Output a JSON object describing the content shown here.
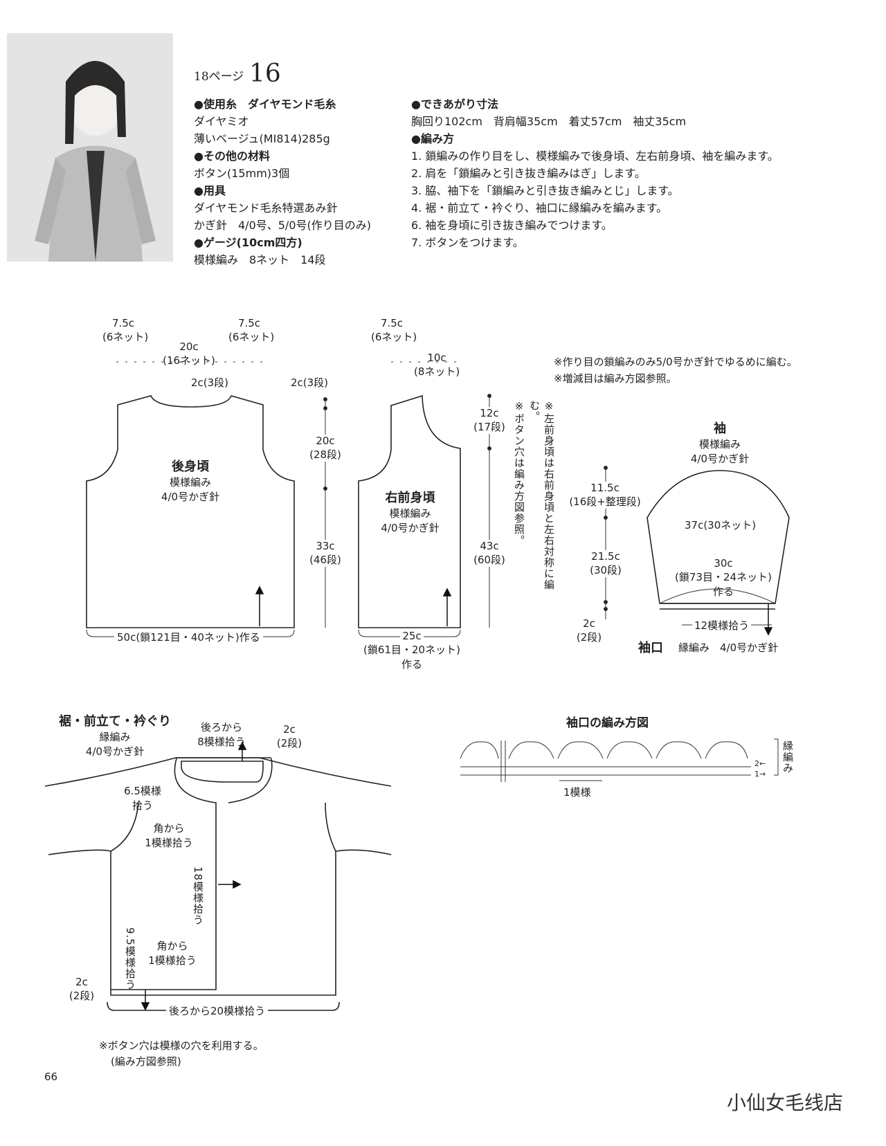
{
  "header": {
    "page_ref": "18ページ",
    "pattern_no": "16"
  },
  "materials": {
    "yarn_heading": "●使用糸　ダイヤモンド毛糸",
    "yarn_name": "ダイヤミオ",
    "yarn_color": "薄いベージュ(MI814)285g",
    "other_heading": "●その他の材料",
    "other_value": "ボタン(15mm)3個",
    "tools_heading": "●用具",
    "tools_value1": "ダイヤモンド毛糸特選あみ針",
    "tools_value2": "かぎ針　4/0号、5/0号(作り目のみ)",
    "gauge_heading": "●ゲージ(10cm四方)",
    "gauge_value": "模様編み　8ネット　14段"
  },
  "finished": {
    "heading": "●できあがり寸法",
    "value": "胸回り102cm　背肩幅35cm　着丈57cm　袖丈35cm"
  },
  "method": {
    "heading": "●編み方",
    "steps": [
      "1. 鎖編みの作り目をし、模様編みで後身頃、左右前身頃、袖を編みます。",
      "2. 肩を「鎖編みと引き抜き編みはぎ」します。",
      "3. 脇、袖下を「鎖編みと引き抜き編みとじ」します。",
      "4. 裾・前立て・衿ぐり、袖口に縁編みを編みます。",
      "6. 袖を身頃に引き抜き編みでつけます。",
      "7. ボタンをつけます。"
    ]
  },
  "back": {
    "title": "後身頃",
    "stitch": "模様編み",
    "hook": "4/0号かぎ針",
    "shoulder_l1": "7.5c",
    "shoulder_l2": "(6ネット)",
    "shoulder_r1": "7.5c",
    "shoulder_r2": "(6ネット)",
    "neck1": "20c",
    "neck2": "(16ネット)",
    "neck_depth": "2c(3段)",
    "bottom": "50c(鎖121目・40ネット)作る"
  },
  "side": {
    "top": "2c(3段)",
    "arm1": "20c",
    "arm2": "(28段)",
    "body1": "33c",
    "body2": "(46段)"
  },
  "front": {
    "title": "右前身頃",
    "stitch": "模様編み",
    "hook": "4/0号かぎ針",
    "shoulder1": "7.5c",
    "shoulder2": "(6ネット)",
    "neck1": "10c",
    "neck2": "(8ネット)",
    "depth1": "12c",
    "depth2": "(17段)",
    "total1": "43c",
    "total2": "(60段)",
    "bottom1": "25c",
    "bottom2": "(鎖61目・20ネット)",
    "bottom3": "作る"
  },
  "notes": {
    "vertical1": "※左前身頃は右前身頃と左右対称に編む。",
    "vertical2": "※ボタン穴は編み方図参照。",
    "n1": "※作り目の鎖編みのみ5/0号かぎ針でゆるめに編む。",
    "n2": "※増減目は編み方図参照。"
  },
  "sleeve": {
    "title": "袖",
    "stitch": "模様編み",
    "hook": "4/0号かぎ針",
    "cap1": "11.5c",
    "cap2": "(16段+整理段)",
    "width": "37c(30ネット)",
    "len1": "21.5c",
    "len2": "(30段)",
    "cuff1": "30c",
    "cuff2": "(鎖73目・24ネット)",
    "cuff3": "作る",
    "edge1": "2c",
    "edge2": "(2段)",
    "pick": "12模様拾う",
    "cuff_label": "袖口",
    "cuff_stitch": "縁編み　4/0号かぎ針"
  },
  "edging": {
    "title": "裾・前立て・衿ぐり",
    "stitch": "縁編み",
    "hook": "4/0号かぎ針",
    "back_pick1": "後ろから",
    "back_pick2": "8模様拾う",
    "depth1": "2c",
    "depth2": "(2段)",
    "neck_pick1": "6.5模様",
    "neck_pick2": "拾う",
    "corner1": "角から",
    "corner2": "1模様拾う",
    "front_pick": "18模様拾う",
    "hem_side": "9.5模様拾う",
    "corner3": "角から",
    "corner4": "1模様拾う",
    "hem1": "2c",
    "hem2": "(2段)",
    "hem_pick": "後ろから20模様拾う",
    "note1": "※ボタン穴は模様の穴を利用する。",
    "note2": "(編み方図参照)"
  },
  "cuff_chart": {
    "title": "袖口の編み方図",
    "repeat": "1模様",
    "label": "縁編み",
    "row2": "2←",
    "row1": "1→"
  },
  "footer": {
    "page": "66",
    "watermark": "小仙女毛线店"
  }
}
